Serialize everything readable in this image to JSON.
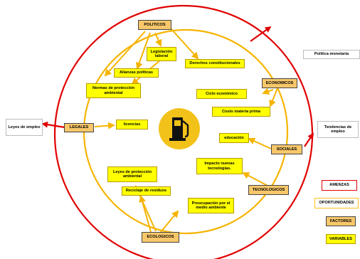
{
  "factors": {
    "politicos": "POLITICOS",
    "economicos": "ECONOMICOS",
    "legales": "LEGALES",
    "sociales": "SOCIALES",
    "tecnologicos": "TECNOLOGICOS",
    "ecologicos": "ECOLOGICOS"
  },
  "variables": {
    "legislacion_laboral": "Legislación laboral",
    "derechos_constitucionales": "Derechos constitucionales",
    "alianzas_politicas": "Alianzas políticas",
    "normas_ambiental": "Normas de protección ambiental",
    "ciclo_economico": "Ciclo económico",
    "costo_materia_prima": "Costo materia prima",
    "licencias": "licencias",
    "educacion": "educación",
    "impacto_tecnologias": "Impacto nuevas tecnologías.",
    "leyes_proteccion_ambiental": "Leyes de protección ambiental",
    "reciclaje_residuos": "Reciclaje de residuos",
    "preocupacion_medio_ambiente": "Preocupación por el medio ambiente"
  },
  "external": {
    "politica_monetaria": "Política monetaria",
    "leyes_empleo": "Leyes de empleo",
    "tendencias_empleo": "Tendencias de empleo"
  },
  "legend": {
    "amenazas": "AMENZAS",
    "oportunidades": "OPORTUNIDADES",
    "factores": "FACTORES",
    "variables": "VARIABLES"
  },
  "colors": {
    "threat_red": "#e00000",
    "opportunity_orange": "#ffbf1e",
    "variable_yellow": "#ffff00",
    "factor_fill": "#f7c76a",
    "icon_yellow": "#f2c21a"
  }
}
